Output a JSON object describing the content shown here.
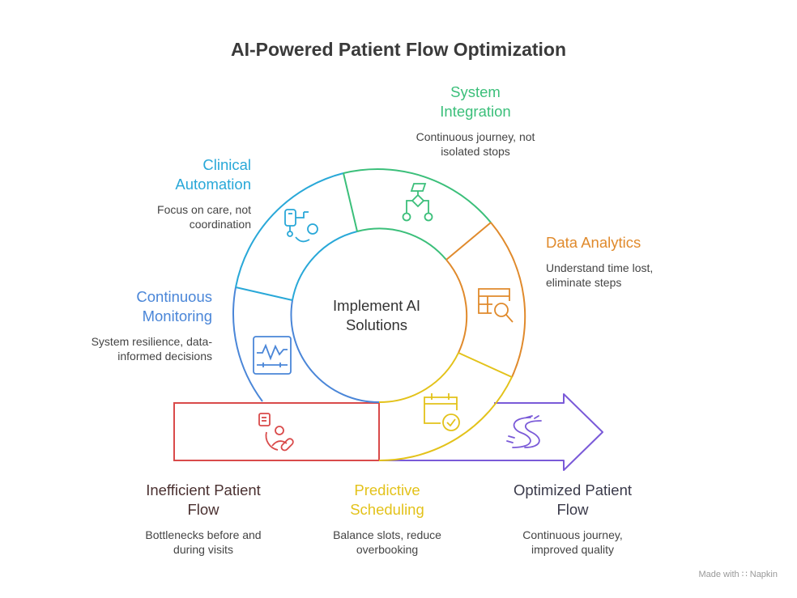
{
  "title": "AI-Powered Patient Flow Optimization",
  "center": {
    "line1": "Implement AI",
    "line2": "Solutions"
  },
  "segments": {
    "system_integration": {
      "head1": "System",
      "head2": "Integration",
      "desc1": "Continuous journey, not",
      "desc2": "isolated stops",
      "color": "#3bbf7a"
    },
    "clinical_automation": {
      "head1": "Clinical",
      "head2": "Automation",
      "desc1": "Focus on care, not",
      "desc2": "coordination",
      "color": "#29a8d8"
    },
    "data_analytics": {
      "head1": "Data Analytics",
      "desc1": "Understand time lost,",
      "desc2": "eliminate steps",
      "color": "#e08a2c"
    },
    "continuous_monitoring": {
      "head1": "Continuous",
      "head2": "Monitoring",
      "desc1": "System resilience, data-",
      "desc2": "informed decisions",
      "color": "#4a86d8"
    },
    "inefficient_flow": {
      "head1": "Inefficient Patient",
      "head2": "Flow",
      "desc1": "Bottlenecks before and",
      "desc2": "during visits",
      "color": "#d94a4a"
    },
    "predictive_scheduling": {
      "head1": "Predictive",
      "head2": "Scheduling",
      "desc1": "Balance slots, reduce",
      "desc2": "overbooking",
      "color": "#e3c21a"
    },
    "optimized_flow": {
      "head1": "Optimized Patient",
      "head2": "Flow",
      "desc1": "Continuous journey,",
      "desc2": "improved quality",
      "color": "#7a5ad8"
    }
  },
  "footer": {
    "made_with": "Made with",
    "brand": "Napkin"
  }
}
